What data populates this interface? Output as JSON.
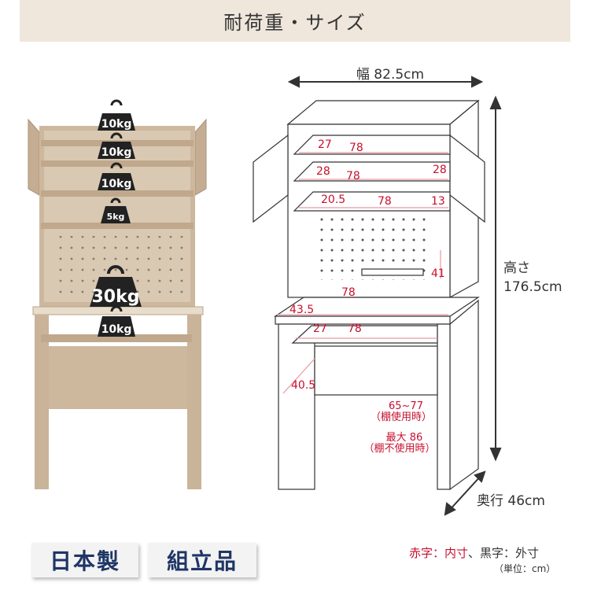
{
  "header": {
    "title": "耐荷重・サイズ"
  },
  "weights": [
    "10kg",
    "10kg",
    "10kg",
    "5kg",
    "30kg",
    "10kg"
  ],
  "dimensions": {
    "width": "幅 82.5cm",
    "height_label": "高さ",
    "height_value": "176.5cm",
    "depth": "奥行 46cm"
  },
  "inner": {
    "s1_depth": "27",
    "s1_width": "78",
    "s2_depth": "28",
    "s2_width": "78",
    "s2_right": "28",
    "s3_depth": "20.5",
    "s3_width": "78",
    "s3_right": "13",
    "peg_height": "41",
    "desk_width": "78",
    "desk_depth": "43.5",
    "tray_depth": "27",
    "tray_width": "78",
    "knee_height": "40.5"
  },
  "desk_height": {
    "used_range": "65~77",
    "used_note": "（棚使用時）",
    "max": "最大 86",
    "max_note": "（棚不使用時）"
  },
  "badges": {
    "made_in": "日本製",
    "assembly": "組立品"
  },
  "legend": {
    "red_part": "赤字：内寸",
    "black_part": "、黒字：外寸",
    "unit": "（単位：cm）"
  },
  "colors": {
    "red": "#c8102e",
    "wood": "#c9b49a",
    "banner": "#efe6dc",
    "navy": "#1f3566"
  }
}
